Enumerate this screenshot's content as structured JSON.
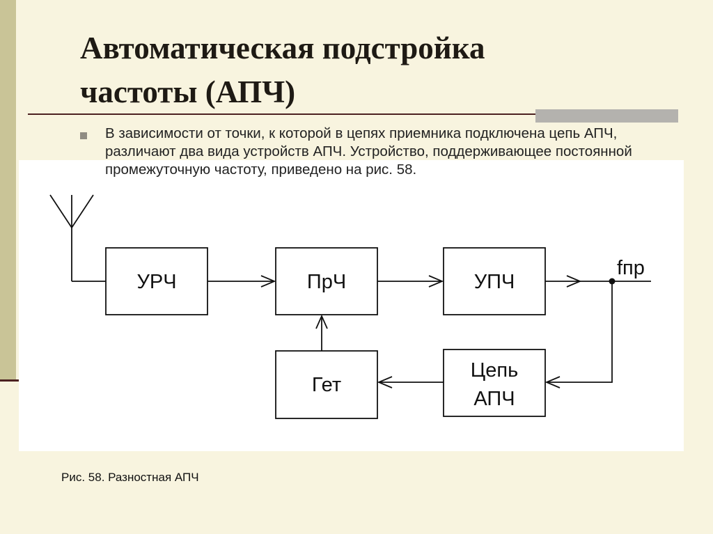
{
  "slide": {
    "title": "Автоматическая подстройка\nчастоты (АПЧ)",
    "body": "В зависимости от точки, к которой в цепях приемника подключена цепь АПЧ, различают два вида устройств АПЧ. Устройство, поддерживающее постоянной промежуточную частоту, приведено на рис. 58.",
    "caption": "Рис. 58. Разностная АПЧ"
  },
  "diagram": {
    "blocks": {
      "urch": "УРЧ",
      "prch": "ПрЧ",
      "upch": "УПЧ",
      "get": "Гет",
      "apch_line1": "Цепь",
      "apch_line2": "АПЧ"
    },
    "output_label": "fпр"
  },
  "colors": {
    "background": "#f8f4df",
    "left_bar": "#c9c497",
    "accent_rule": "#4b2020",
    "panel": "#ffffff"
  }
}
